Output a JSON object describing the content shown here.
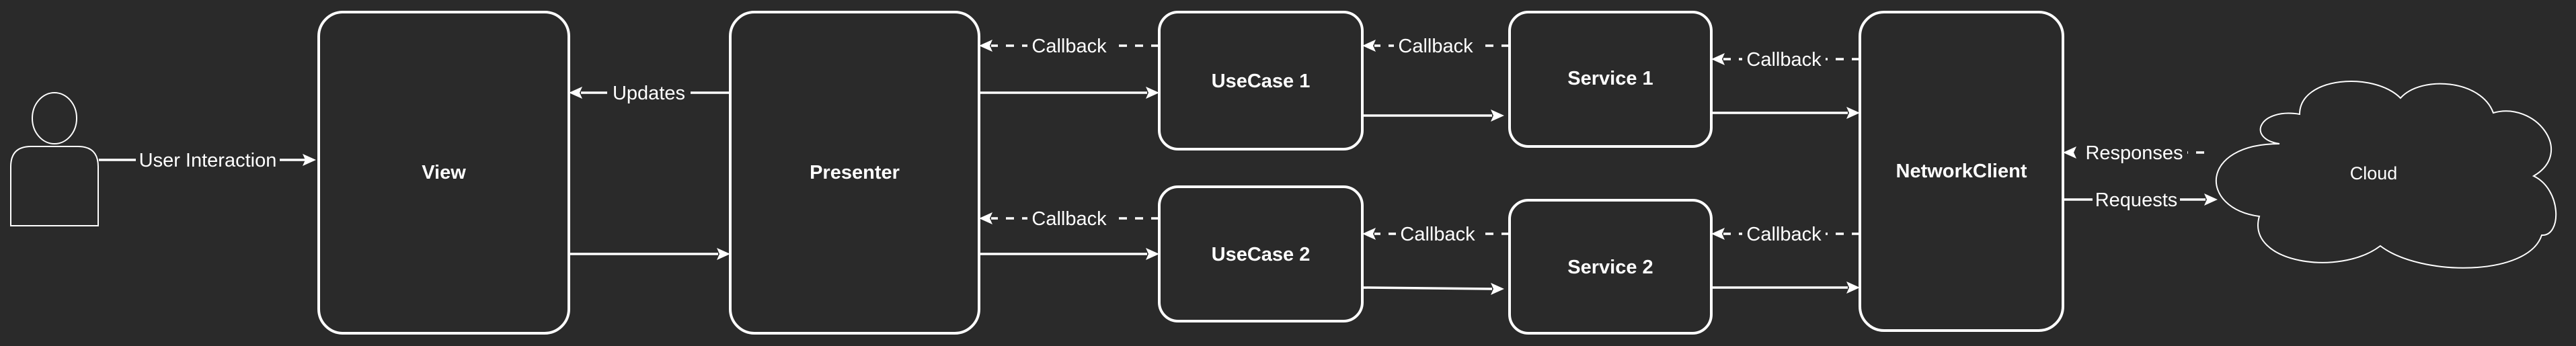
{
  "diagram": {
    "colors": {
      "background": "#2a2a2a",
      "stroke": "#ffffff",
      "text": "#ffffff"
    },
    "nodes": [
      {
        "id": "user",
        "kind": "actor-icon",
        "label": ""
      },
      {
        "id": "view",
        "kind": "box",
        "label": "View"
      },
      {
        "id": "presenter",
        "kind": "box",
        "label": "Presenter"
      },
      {
        "id": "usecase1",
        "kind": "box",
        "label": "UseCase 1"
      },
      {
        "id": "usecase2",
        "kind": "box",
        "label": "UseCase 2"
      },
      {
        "id": "service1",
        "kind": "box",
        "label": "Service 1"
      },
      {
        "id": "service2",
        "kind": "box",
        "label": "Service 2"
      },
      {
        "id": "networkclient",
        "kind": "box",
        "label": "NetworkClient"
      },
      {
        "id": "cloud",
        "kind": "cloud-icon",
        "label": "Cloud"
      }
    ],
    "edges": [
      {
        "id": "e1",
        "from": "user",
        "to": "view",
        "label": "User Interaction",
        "style": "solid"
      },
      {
        "id": "e2",
        "from": "presenter",
        "to": "view",
        "label": "Updates",
        "style": "solid"
      },
      {
        "id": "e3",
        "from": "view",
        "to": "presenter",
        "label": "",
        "style": "solid"
      },
      {
        "id": "e4",
        "from": "presenter",
        "to": "usecase1",
        "label": "",
        "style": "solid"
      },
      {
        "id": "e5",
        "from": "usecase1",
        "to": "presenter",
        "label": "Callback",
        "style": "dashed"
      },
      {
        "id": "e6",
        "from": "presenter",
        "to": "usecase2",
        "label": "",
        "style": "solid"
      },
      {
        "id": "e7",
        "from": "usecase2",
        "to": "presenter",
        "label": "Callback",
        "style": "dashed"
      },
      {
        "id": "e8",
        "from": "usecase1",
        "to": "service1",
        "label": "",
        "style": "solid"
      },
      {
        "id": "e9",
        "from": "service1",
        "to": "usecase1",
        "label": "Callback",
        "style": "dashed"
      },
      {
        "id": "e10",
        "from": "usecase2",
        "to": "service2",
        "label": "",
        "style": "solid"
      },
      {
        "id": "e11",
        "from": "service2",
        "to": "usecase2",
        "label": "Callback",
        "style": "dashed"
      },
      {
        "id": "e12",
        "from": "service1",
        "to": "networkclient",
        "label": "",
        "style": "solid"
      },
      {
        "id": "e13",
        "from": "networkclient",
        "to": "service1",
        "label": "Callback",
        "style": "dashed"
      },
      {
        "id": "e14",
        "from": "service2",
        "to": "networkclient",
        "label": "",
        "style": "solid"
      },
      {
        "id": "e15",
        "from": "networkclient",
        "to": "service2",
        "label": "Callback",
        "style": "dashed"
      },
      {
        "id": "e16",
        "from": "cloud",
        "to": "networkclient",
        "label": "Responses",
        "style": "dashed"
      },
      {
        "id": "e17",
        "from": "networkclient",
        "to": "cloud",
        "label": "Requests",
        "style": "solid"
      }
    ]
  }
}
